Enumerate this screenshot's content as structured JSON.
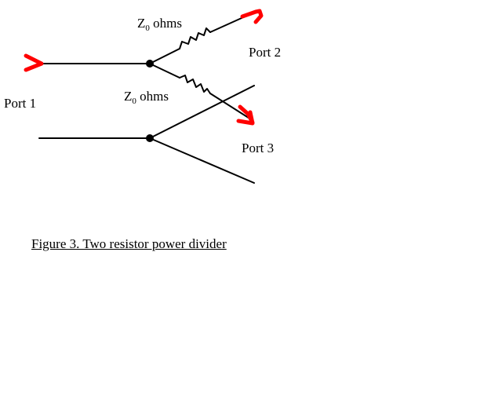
{
  "labels": {
    "port1": "Port 1",
    "port2": "Port 2",
    "port3": "Port 3",
    "resistor_top_prefix": "Z",
    "resistor_top_sub": "0",
    "resistor_top_suffix": " ohms",
    "resistor_bottom_prefix": "Z",
    "resistor_bottom_sub": "0",
    "resistor_bottom_suffix": " ohms"
  },
  "caption": "Figure 3. Two resistor power divider",
  "colors": {
    "wire": "#000000",
    "arrow": "#ff0000",
    "text": "#000000"
  }
}
